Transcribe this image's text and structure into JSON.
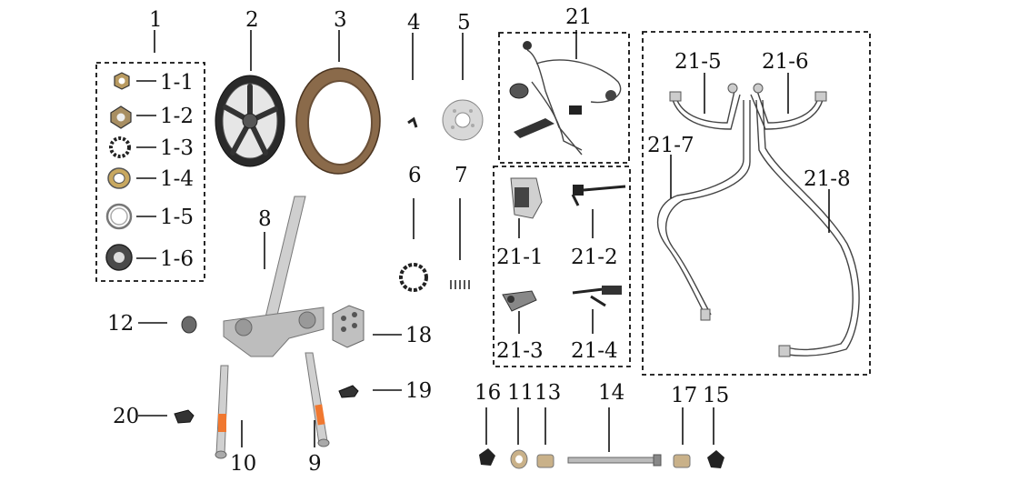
{
  "labels": {
    "p1": "1",
    "p1_1": "1-1",
    "p1_2": "1-2",
    "p1_3": "1-3",
    "p1_4": "1-4",
    "p1_5": "1-5",
    "p1_6": "1-6",
    "p2": "2",
    "p3": "3",
    "p4": "4",
    "p5": "5",
    "p6": "6",
    "p7": "7",
    "p8": "8",
    "p9": "9",
    "p10": "10",
    "p11": "11",
    "p12": "12",
    "p13": "13",
    "p14": "14",
    "p15": "15",
    "p16": "16",
    "p17": "17",
    "p18": "18",
    "p19": "19",
    "p20": "20",
    "p21": "21",
    "p21_1": "21-1",
    "p21_2": "21-2",
    "p21_3": "21-3",
    "p21_4": "21-4",
    "p21_5": "21-5",
    "p21_6": "21-6",
    "p21_7": "21-7",
    "p21_8": "21-8"
  },
  "colors": {
    "ink": "#111111",
    "metal_dark": "#3a3a3a",
    "metal_light": "#c8c8c8",
    "tire_brown": "#8a6a4a",
    "fork_accent_orange": "#f07830"
  }
}
